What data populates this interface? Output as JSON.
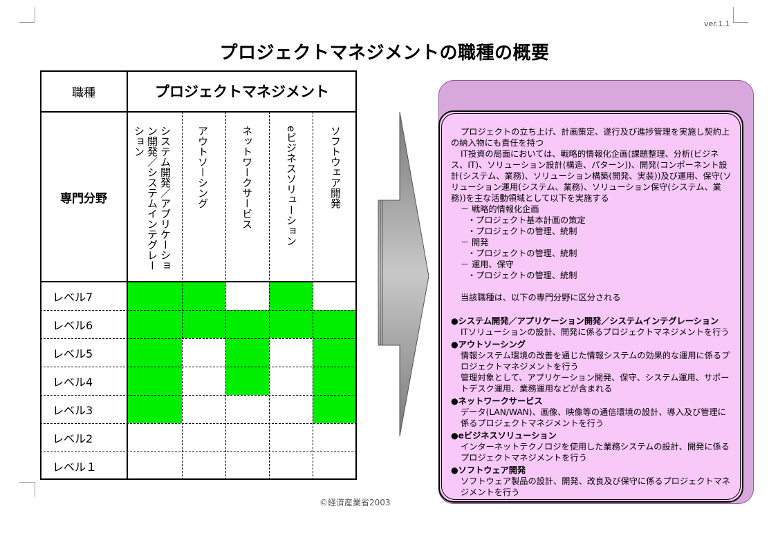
{
  "version": "ver.1.1",
  "title": "プロジェクトマネジメントの職種の概要",
  "copyright": "©経済産業省2003",
  "table": {
    "header_job": "職種",
    "header_name": "プロジェクトマネジメント",
    "header_field": "専門分野",
    "specialties": [
      "システム開発／アプリケーション開発／システムインテグレーション",
      "アウトソーシング",
      "ネットワークサービス",
      "eビジネスソリューション",
      "ソフトウェア開発"
    ],
    "levels": [
      "レベル7",
      "レベル6",
      "レベル5",
      "レベル4",
      "レベル3",
      "レベル2",
      "レベル１"
    ],
    "grid": [
      [
        true,
        true,
        false,
        true,
        false
      ],
      [
        true,
        true,
        true,
        true,
        true
      ],
      [
        true,
        false,
        true,
        false,
        true
      ],
      [
        true,
        false,
        true,
        false,
        true
      ],
      [
        true,
        false,
        false,
        false,
        true
      ],
      [
        false,
        false,
        false,
        false,
        false
      ],
      [
        false,
        false,
        false,
        false,
        false
      ]
    ],
    "highlight_color": "#00ee00"
  },
  "panel": {
    "lines": [
      {
        "cls": "ind",
        "text": "プロジェクトの立ち上げ、計画策定、遂行及び進捗管理を実施し契約上の納入物にも責任を持つ"
      },
      {
        "cls": "ind",
        "text": "IT投資の局面においては、戦略的情報化企画(課題整理、分析(ビジネス、IT)、ソリューション設計(構造、パターン))、開発(コンポーネント設計(システム、業務)、ソリューション構築(開発、実装))及び運用、保守(ソリューション運用(システム、業務)、ソリューション保守(システム、業務))を主な活動領域として以下を実施する"
      },
      {
        "cls": "indent1",
        "text": "－ 戦略的情報化企画"
      },
      {
        "cls": "indent2",
        "text": "・プロジェクト基本計画の策定"
      },
      {
        "cls": "indent2",
        "text": "・プロジェクトの管理、統制"
      },
      {
        "cls": "indent1",
        "text": "－ 開発"
      },
      {
        "cls": "indent2",
        "text": "・プロジェクトの管理、統制"
      },
      {
        "cls": "indent1",
        "text": "－ 運用、保守"
      },
      {
        "cls": "indent2",
        "text": "・プロジェクトの管理、統制"
      },
      {
        "cls": "",
        "text": ""
      },
      {
        "cls": "ind",
        "text": "当該職種は、以下の専門分野に区分される"
      },
      {
        "cls": "",
        "text": ""
      },
      {
        "cls": "bullet",
        "text": "●システム開発／アプリケーション開発／システムインテグレーション"
      },
      {
        "cls": "desc",
        "text": "ITソリューションの設計、開発に係るプロジェクトマネジメントを行う"
      },
      {
        "cls": "bullet",
        "text": "●アウトソーシング"
      },
      {
        "cls": "desc",
        "text": "情報システム環境の改善を通じた情報システムの効果的な運用に係るプロジェクトマネジメントを行う"
      },
      {
        "cls": "desc",
        "text": "管理対象として、アプリケーション開発、保守、システム運用、サポートデスク運用、業務運用などが含まれる"
      },
      {
        "cls": "bullet",
        "text": "●ネットワークサービス"
      },
      {
        "cls": "desc",
        "text": "データ(LAN/WAN)、画像、映像等の通信環境の設計、導入及び管理に係るプロジェクトマネジメントを行う"
      },
      {
        "cls": "bullet",
        "text": "●eビジネスソリューション"
      },
      {
        "cls": "desc",
        "text": "インターネットテクノロジを使用した業務システムの設計、開発に係るプロジェクトマネジメントを行う"
      },
      {
        "cls": "bullet",
        "text": "●ソフトウェア開発"
      },
      {
        "cls": "desc",
        "text": "ソフトウェア製品の設計、開発、改良及び保守に係るプロジェクトマネジメントを行う"
      }
    ]
  }
}
